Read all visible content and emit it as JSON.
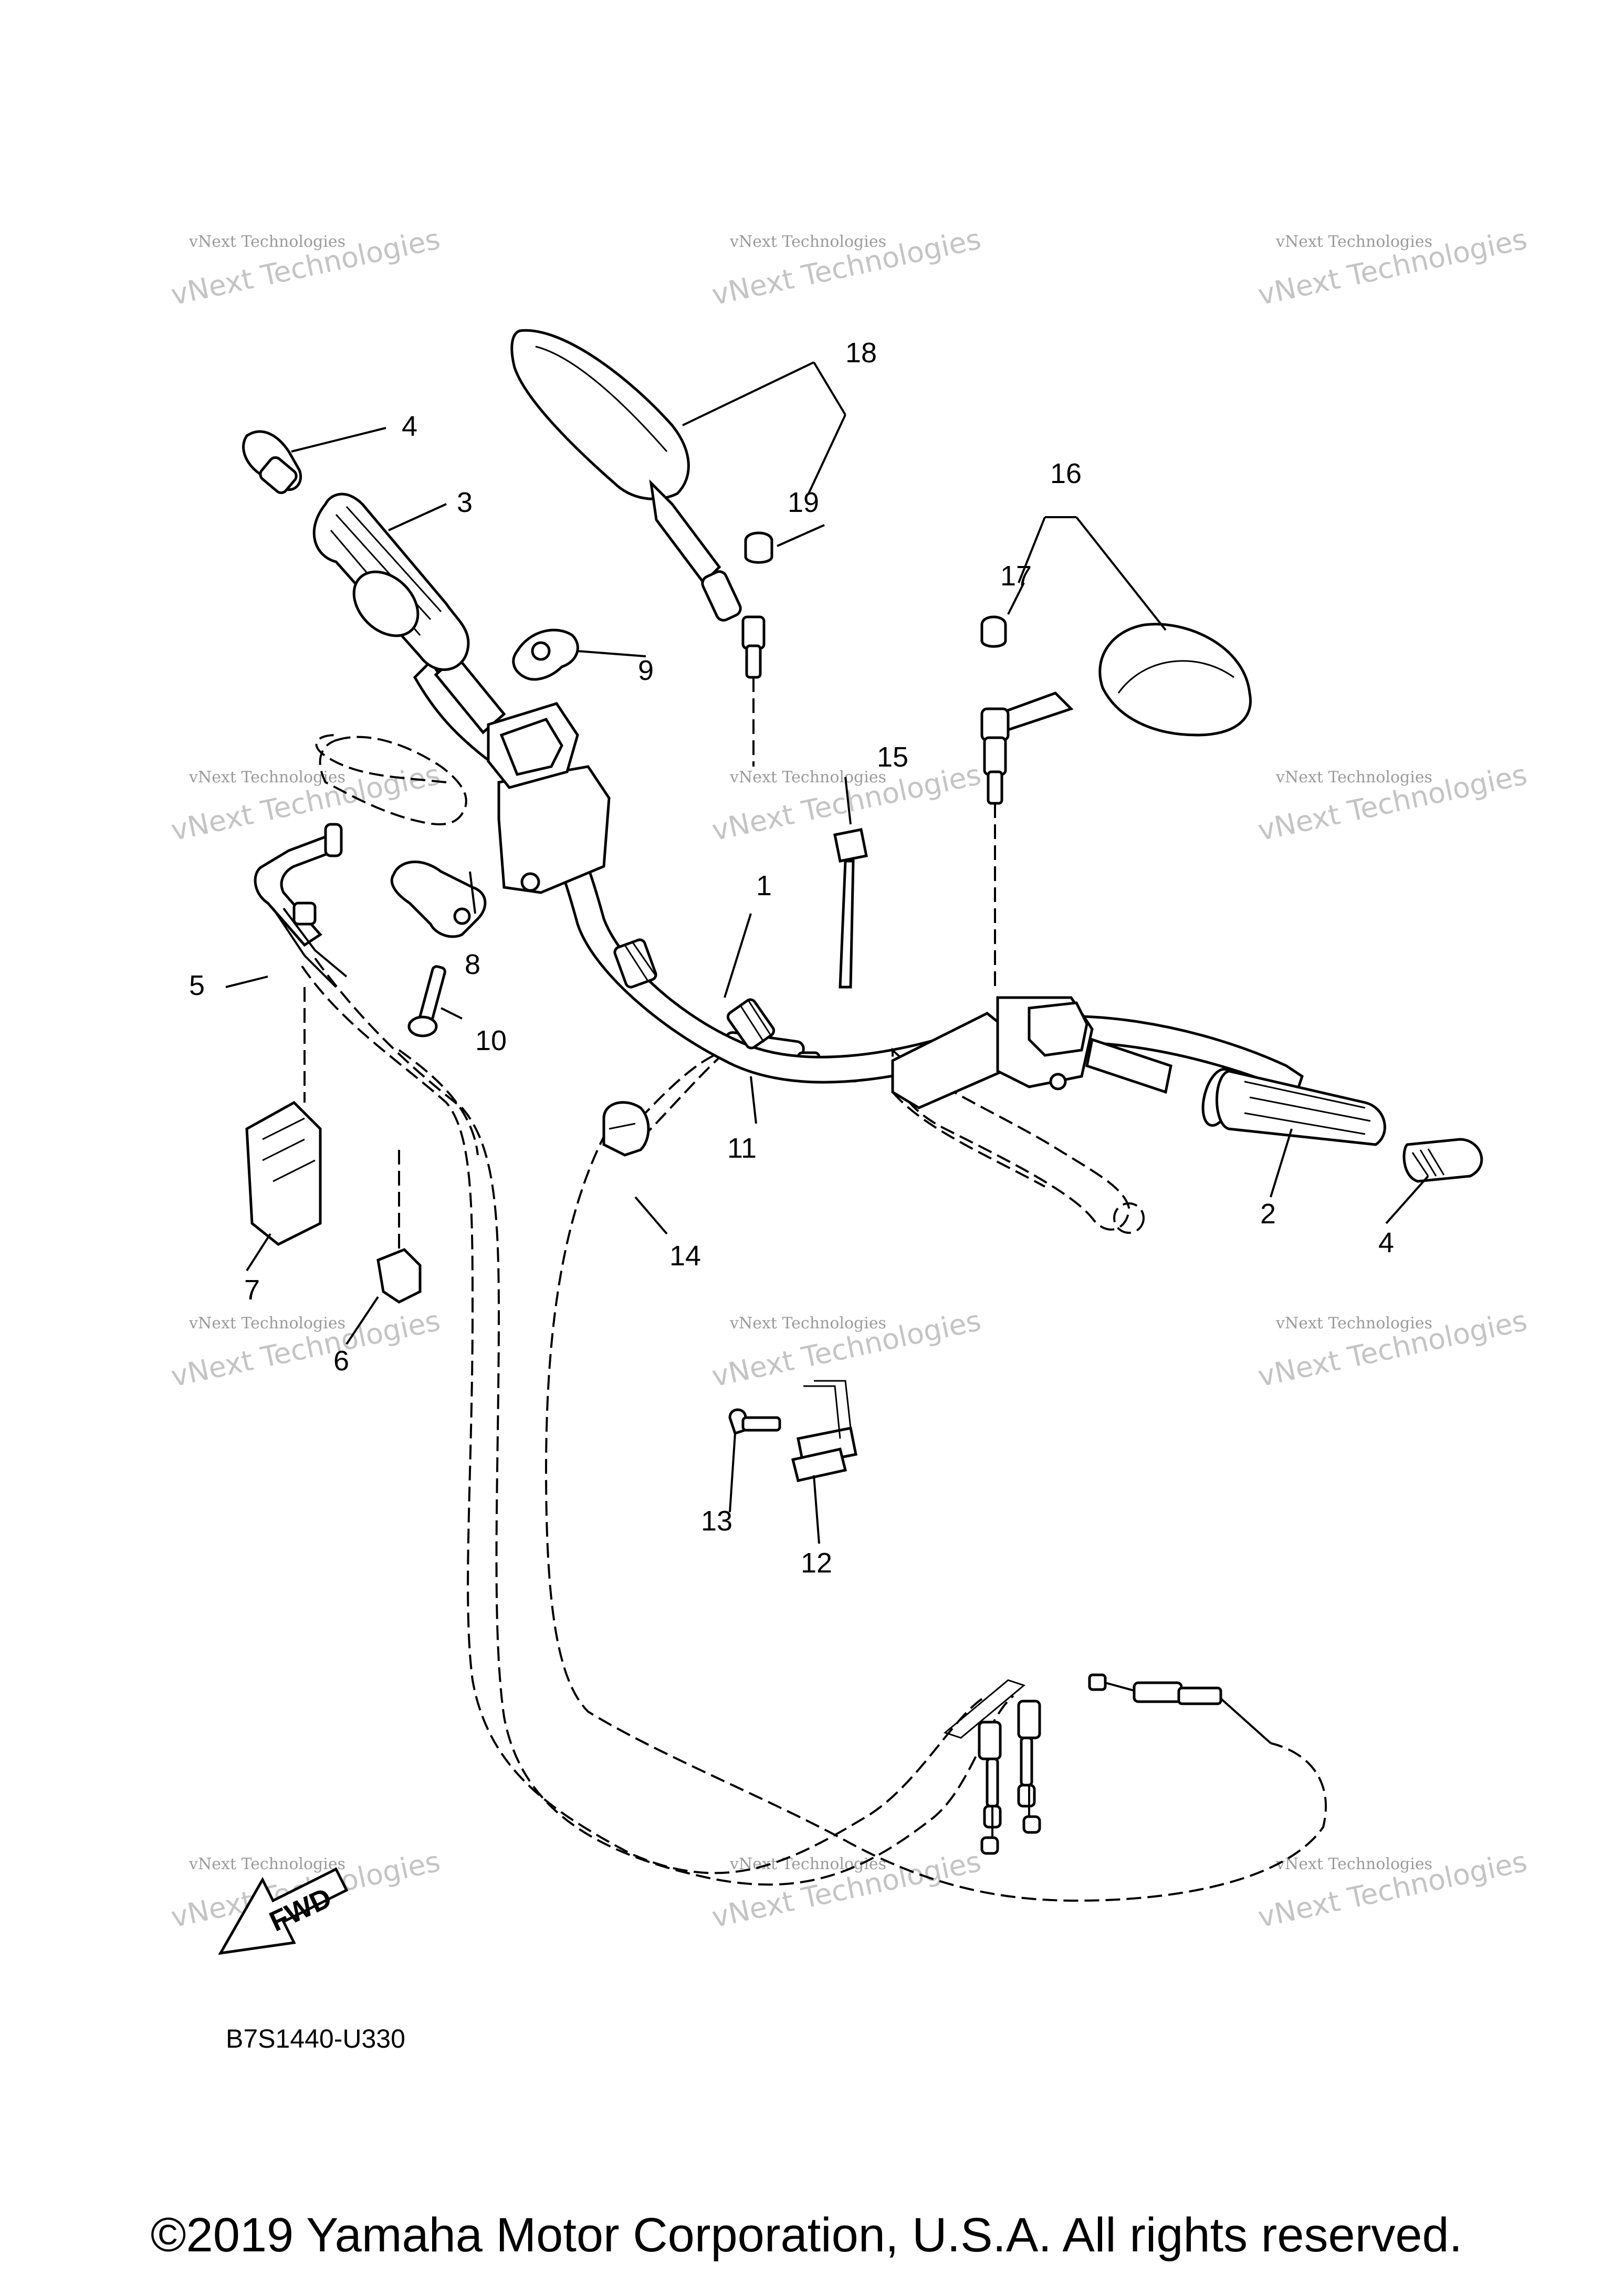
{
  "diagram": {
    "callouts": [
      {
        "id": "1",
        "label": "1"
      },
      {
        "id": "2",
        "label": "2"
      },
      {
        "id": "3",
        "label": "3"
      },
      {
        "id": "4a",
        "label": "4"
      },
      {
        "id": "4b",
        "label": "4"
      },
      {
        "id": "5",
        "label": "5"
      },
      {
        "id": "6",
        "label": "6"
      },
      {
        "id": "7",
        "label": "7"
      },
      {
        "id": "8",
        "label": "8"
      },
      {
        "id": "9",
        "label": "9"
      },
      {
        "id": "10",
        "label": "10"
      },
      {
        "id": "11",
        "label": "11"
      },
      {
        "id": "12",
        "label": "12"
      },
      {
        "id": "13",
        "label": "13"
      },
      {
        "id": "14",
        "label": "14"
      },
      {
        "id": "15",
        "label": "15"
      },
      {
        "id": "16",
        "label": "16"
      },
      {
        "id": "17",
        "label": "17"
      },
      {
        "id": "18",
        "label": "18"
      },
      {
        "id": "19",
        "label": "19"
      }
    ],
    "watermark_small": "vNext Technologies",
    "watermark_big": "vNext Technologies",
    "fwd_label": "FWD",
    "drawing_code": "B7S1440-U330"
  },
  "footer": {
    "copyright": "©2019 Yamaha Motor Corporation, U.S.A. All rights reserved."
  }
}
